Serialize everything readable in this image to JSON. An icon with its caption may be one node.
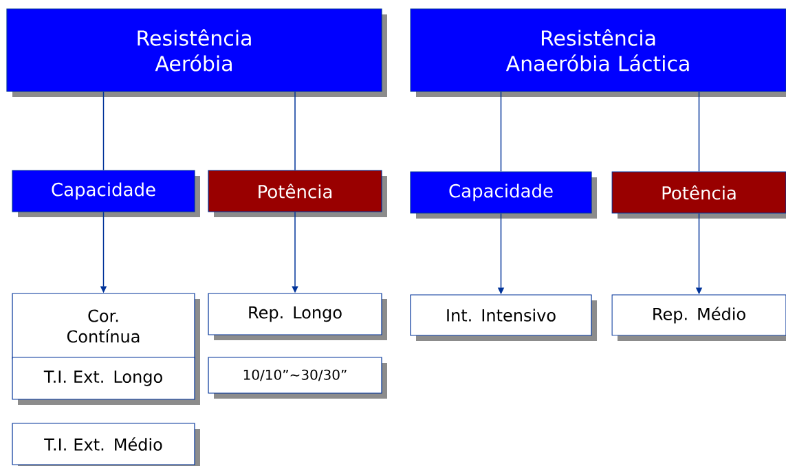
{
  "diagram": {
    "nodes": [
      {
        "text": [
          "Resistência Aeróbia"
        ]
      },
      {
        "text": [
          "Resistência Anaeróbia Láctica"
        ]
      },
      {
        "text": [
          "Capacidade"
        ]
      },
      {
        "text": [
          "Potência"
        ]
      },
      {
        "text": [
          "Capacidade"
        ]
      },
      {
        "text": [
          "Potência"
        ]
      },
      {
        "text": [
          "Cor. Contínua"
        ]
      },
      {
        "text": [
          "T.I. Ext. Longo"
        ]
      },
      {
        "text": [
          "T.I. Ext. Médio"
        ]
      },
      {
        "text": [
          "Rep. Longo"
        ]
      },
      {
        "text": [
          "10/10”~30/30”"
        ]
      },
      {
        "text": [
          "Int. Intensivo"
        ]
      },
      {
        "text": [
          "Rep. Médio"
        ]
      }
    ],
    "edges": [
      {
        "from": 0,
        "to": 2,
        "arrow": "none"
      },
      {
        "from": 2,
        "to": 6,
        "arrow": "to"
      },
      {
        "from": 0,
        "to": 3,
        "arrow": "none"
      },
      {
        "from": 3,
        "to": 9,
        "arrow": "to"
      },
      {
        "from": 1,
        "to": 4,
        "arrow": "none"
      },
      {
        "from": 4,
        "to": 11,
        "arrow": "to"
      },
      {
        "from": 1,
        "to": 5,
        "arrow": "none"
      },
      {
        "from": 5,
        "to": 12,
        "arrow": "to"
      }
    ]
  }
}
